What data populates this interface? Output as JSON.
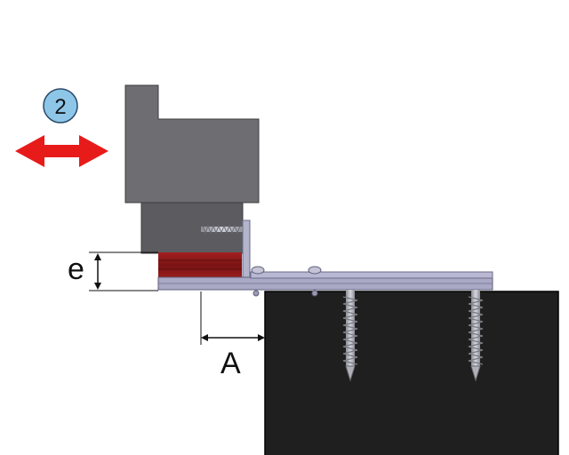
{
  "step_badge": {
    "label": "2"
  },
  "dimensions": {
    "e_label": "e",
    "a_label": "A"
  },
  "colors": {
    "block": "#6e6e72",
    "block_lower": "#5c5c60",
    "board": "#8b1a1a",
    "rail": "#a9a9c6",
    "base": "#1f1f1f",
    "arrow": "#e81b1b",
    "badge_fill": "#8ec6e8",
    "screw": "#b0b0b8"
  },
  "icons": {
    "direction": "double-arrow-horizontal-icon",
    "step": "numbered-circle-icon"
  }
}
